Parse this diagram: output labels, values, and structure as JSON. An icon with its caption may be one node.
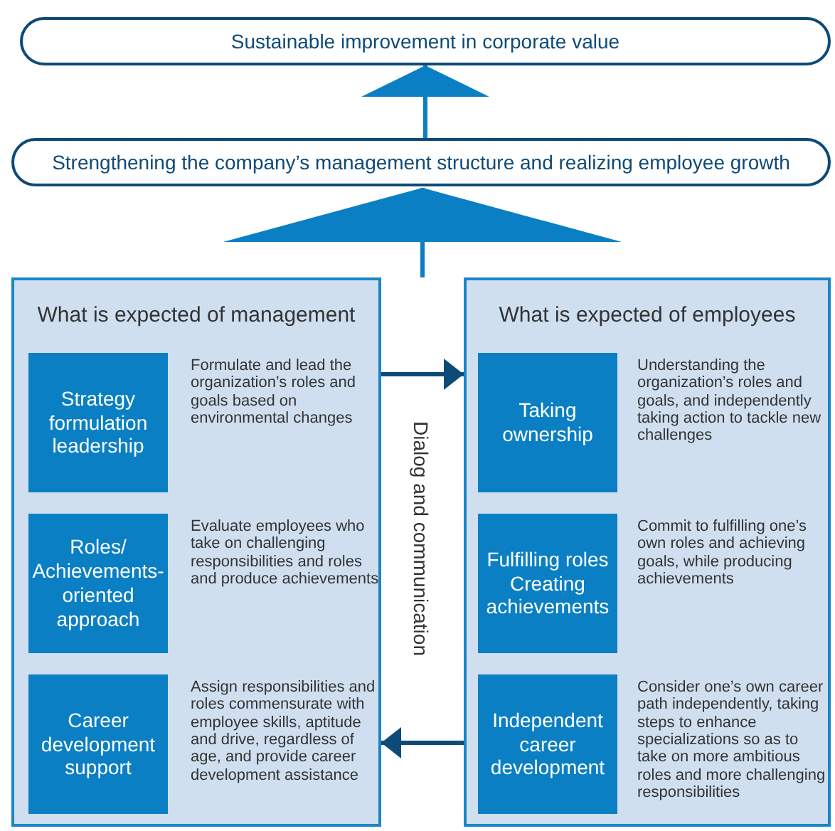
{
  "diagram": {
    "nodes": [
      {
        "text": [
          "Sustainable improvement in corporate value"
        ]
      },
      {
        "text": [
          "Strengthening the company’s management structure and realizing employee growth"
        ]
      },
      {
        "text": [
          "What is expected of management"
        ]
      },
      {
        "text": [
          "Strategy formulation leadership"
        ],
        "in": 2,
        "beside": [
          "Formulate and lead the organization’s roles and goals based on environmental changes"
        ]
      },
      {
        "text": [
          "Roles/ Achievements-oriented approach"
        ],
        "in": 2,
        "beside": [
          "Evaluate employees who take on challenging responsibilities and roles and produce achievements"
        ]
      },
      {
        "text": [
          "Career development support"
        ],
        "in": 2,
        "beside": [
          "Assign responsibilities and roles commensurate with employee skills, aptitude and drive, regardless of age, and provide career development assistance"
        ]
      },
      {
        "text": [
          "What is expected of employees"
        ]
      },
      {
        "text": [
          "Taking ownership"
        ],
        "in": 6,
        "beside": [
          "Understanding the organization’s roles and goals, and independently taking action to tackle new challenges"
        ]
      },
      {
        "text": [
          "Fulfilling roles Creating achievements"
        ],
        "in": 6,
        "beside": [
          "Commit to fulfilling one’s own roles and achieving goals, while producing achievements"
        ]
      },
      {
        "text": [
          "Independent career development"
        ],
        "in": 6,
        "beside": [
          "Consider one’s own career path independently, taking steps to enhance specializations so as to take on more ambitious roles and more challenging responsibilities"
        ]
      }
    ],
    "edges": [
      {
        "from": 1,
        "to": 0,
        "arrow": "to"
      },
      {
        "from": 2,
        "to": 1,
        "arrow": "to"
      },
      {
        "from": 6,
        "to": 1,
        "arrow": "to"
      },
      {
        "from": 2,
        "to": 6,
        "arrow": "to",
        "color": "#0d4a78"
      },
      {
        "from": 6,
        "to": 2,
        "arrow": "to",
        "color": "#0d4a78"
      }
    ],
    "labels": [
      "Dialog and communication"
    ]
  }
}
